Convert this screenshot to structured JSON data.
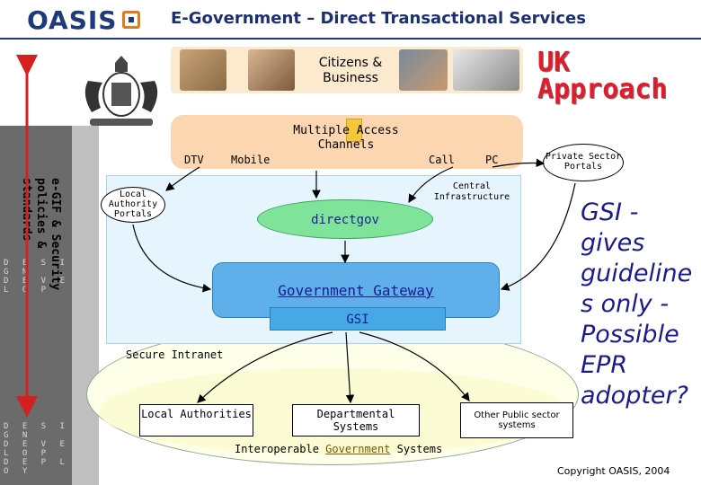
{
  "header": {
    "logo_text": "OASIS",
    "title": "E-Government – Direct Transactional Services"
  },
  "sidebar": {
    "vertical_lines": [
      "e-GIF & Security",
      "policies &",
      "standards"
    ],
    "band_words": [
      "D E S I G N",
      "D E V E L O P",
      "D E P L O Y"
    ]
  },
  "diagram": {
    "citizens_label": "Citizens & Business",
    "uk_approach_line1": "UK",
    "uk_approach_line2": "Approach",
    "channels_label": "Multiple Access Channels",
    "channels": {
      "dtv": "DTV",
      "mobile": "Mobile",
      "call": "Call",
      "pc": "PC"
    },
    "local_authority_portals": "Local Authority Portals",
    "private_sector_portals": "Private Sector Portals",
    "central_infrastructure": "Central Infrastructure",
    "directgov": "directgov",
    "government_gateway": "Government Gateway",
    "gsi": "GSI",
    "secure_intranet": "Secure Intranet",
    "local_authorities": "Local Authorities",
    "departmental_systems": "Departmental Systems",
    "other_public_sector": "Other Public sector systems",
    "interop_prefix": "Interoperable ",
    "interop_gov": "Government",
    "interop_suffix": " Systems"
  },
  "note": {
    "text": "GSI - gives guideline s only - Possible EPR adopter?"
  },
  "footer": {
    "copyright": "Copyright OASIS, 2004"
  },
  "colors": {
    "brand_blue": "#1e3a7a",
    "accent_red": "#e21b2a",
    "gateway_blue": "#5fb0ea",
    "directgov_green": "#7fe39a",
    "arrow_red": "#d42020"
  }
}
